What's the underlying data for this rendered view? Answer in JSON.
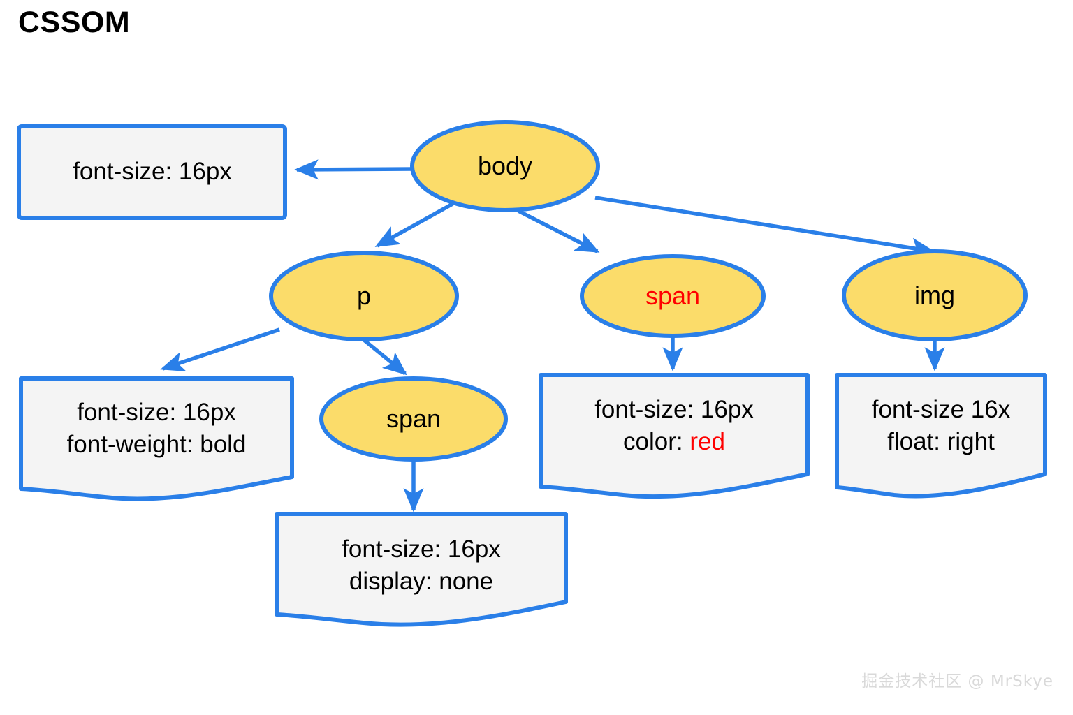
{
  "page": {
    "title": "CSSOM",
    "background_color": "#ffffff"
  },
  "theme": {
    "edge_color": "#2a7fe8",
    "node_fill": "#fbdc6a",
    "node_stroke": "#2a7fe8",
    "box_fill": "#f4f4f4",
    "box_stroke": "#2a7fe8",
    "text_color": "#000000",
    "accent_red": "#ff0000",
    "watermark_color": "#d9d9d9"
  },
  "diagram": {
    "type": "tree",
    "nodes": [
      {
        "id": "body",
        "label": "body",
        "shape": "ellipse",
        "text_color": "#000000"
      },
      {
        "id": "p",
        "label": "p",
        "shape": "ellipse",
        "text_color": "#000000"
      },
      {
        "id": "span_red",
        "label": "span",
        "shape": "ellipse",
        "text_color": "#ff0000"
      },
      {
        "id": "img",
        "label": "img",
        "shape": "ellipse",
        "text_color": "#000000"
      },
      {
        "id": "span_child",
        "label": "span",
        "shape": "ellipse",
        "text_color": "#000000"
      }
    ],
    "style_boxes": [
      {
        "id": "body_styles",
        "shape": "rectangle",
        "lines": [
          {
            "text": "font-size: 16px",
            "color": "#000000"
          }
        ]
      },
      {
        "id": "p_styles",
        "shape": "note",
        "lines": [
          {
            "text": "font-size: 16px",
            "color": "#000000"
          },
          {
            "text": "font-weight: bold",
            "color": "#000000"
          }
        ]
      },
      {
        "id": "span_red_styles",
        "shape": "note",
        "lines": [
          {
            "text": "font-size: 16px",
            "color": "#000000"
          },
          {
            "text_prefix": "color: ",
            "text_value": "red",
            "value_color": "#ff0000"
          }
        ]
      },
      {
        "id": "img_styles",
        "shape": "note",
        "lines": [
          {
            "text": "font-size 16x",
            "color": "#000000"
          },
          {
            "text": "float: right",
            "color": "#000000"
          }
        ]
      },
      {
        "id": "span_child_styles",
        "shape": "note",
        "lines": [
          {
            "text": "font-size: 16px",
            "color": "#000000"
          },
          {
            "text": "display: none",
            "color": "#000000"
          }
        ]
      }
    ],
    "edges": [
      {
        "from": "body",
        "to": "body_styles"
      },
      {
        "from": "body",
        "to": "p"
      },
      {
        "from": "body",
        "to": "span_red"
      },
      {
        "from": "body",
        "to": "img"
      },
      {
        "from": "p",
        "to": "p_styles"
      },
      {
        "from": "p",
        "to": "span_child"
      },
      {
        "from": "span_red",
        "to": "span_red_styles"
      },
      {
        "from": "img",
        "to": "img_styles"
      },
      {
        "from": "span_child",
        "to": "span_child_styles"
      }
    ]
  },
  "labels": {
    "body": "body",
    "p": "p",
    "span_red": "span",
    "img": "img",
    "span_child": "span",
    "body_styles_l1": "font-size: 16px",
    "p_styles_l1": "font-size: 16px",
    "p_styles_l2": "font-weight: bold",
    "span_red_styles_l1": "font-size: 16px",
    "span_red_styles_l2_prefix": "color: ",
    "span_red_styles_l2_value": "red",
    "img_styles_l1": "font-size 16x",
    "img_styles_l2": "float: right",
    "span_child_styles_l1": "font-size: 16px",
    "span_child_styles_l2": "display: none"
  },
  "watermark": {
    "text": "掘金技术社区 @ MrSkye"
  }
}
